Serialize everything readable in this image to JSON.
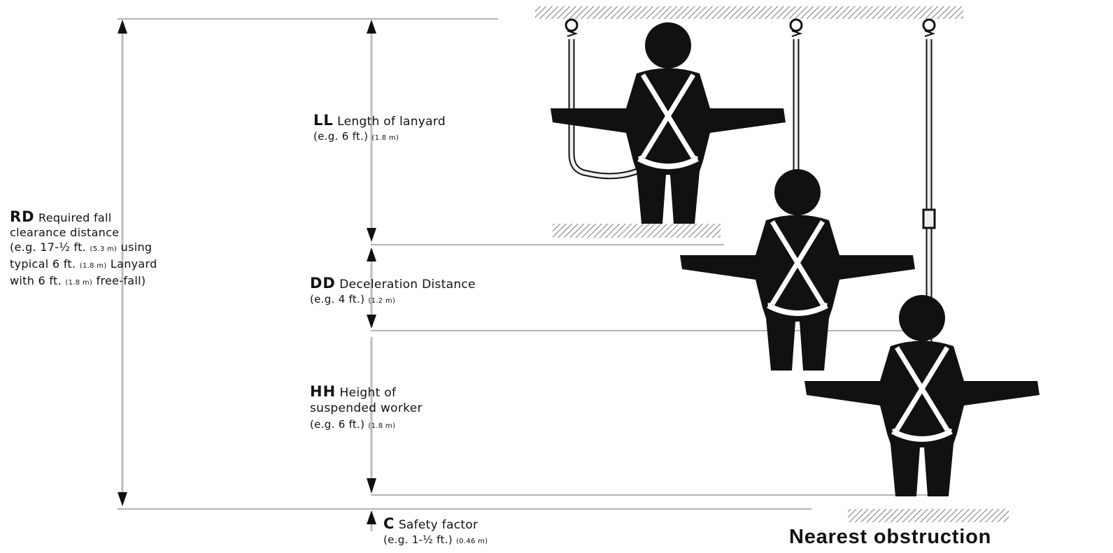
{
  "labels": {
    "rd": {
      "code": "RD",
      "line1": "Required fall",
      "line2": "clearance distance",
      "line3_a": "(e.g. 17-½ ft.",
      "line3_metric": "(5.3 m)",
      "line3_b": "using",
      "line4_a": "typical 6 ft.",
      "line4_metric": "(1.8 m)",
      "line4_b": "Lanyard",
      "line5_a": "with 6 ft.",
      "line5_metric": "(1.8 m)",
      "line5_b": "free-fall)"
    },
    "ll": {
      "code": "LL",
      "name": "Length of lanyard",
      "example": "(e.g. 6 ft.)",
      "metric": "(1.8 m)"
    },
    "dd": {
      "code": "DD",
      "name": "Deceleration Distance",
      "example": "(e.g. 4 ft.)",
      "metric": "(1.2 m)"
    },
    "hh": {
      "code": "HH",
      "name": "Height of",
      "name2": "suspended worker",
      "example": "(e.g. 6 ft.)",
      "metric": "(1.8 m)"
    },
    "c": {
      "code": "C",
      "name": "Safety factor",
      "example": "(e.g. 1-½ ft.)",
      "metric": "(0.46 m)"
    },
    "nearest_obstruction": "Nearest obstruction"
  },
  "colors": {
    "ink": "#111111",
    "line": "#9a9a9a",
    "hatch": "#8c8c8c",
    "lanyard_fill": "#eeeeee"
  }
}
